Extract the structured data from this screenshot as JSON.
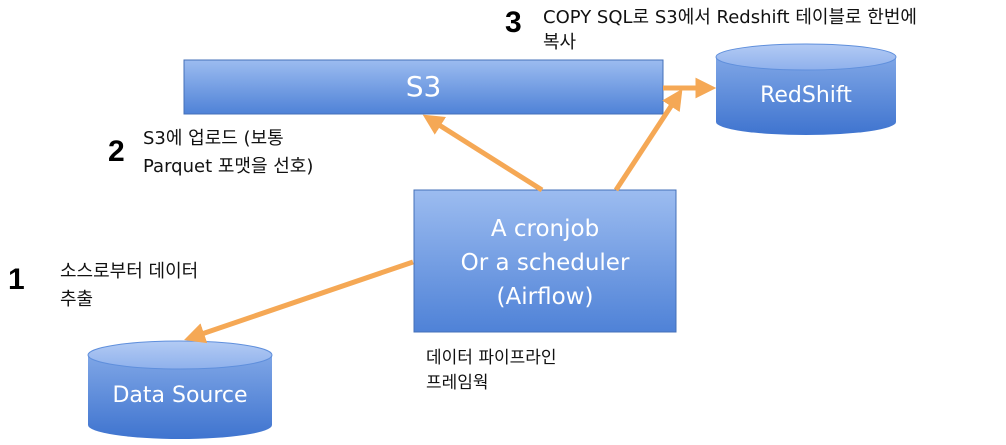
{
  "nodes": {
    "s3": {
      "label": "S3"
    },
    "redshift": {
      "label": "RedShift"
    },
    "scheduler": {
      "line1": "A cronjob",
      "line2": "Or a scheduler",
      "line3": "(Airflow)"
    },
    "data_source": {
      "label": "Data Source"
    }
  },
  "steps": [
    {
      "number": "1",
      "line1": "소스로부터 데이터",
      "line2": "추출"
    },
    {
      "number": "2",
      "line1": "S3에 업로드 (보통",
      "line2": "Parquet 포맷을 선호)"
    },
    {
      "number": "3",
      "line1": "COPY SQL로 S3에서 Redshift 테이블로 한번에",
      "line2": "복사"
    }
  ],
  "caption": {
    "line1": "데이터 파이프라인",
    "line2": "프레임웍"
  },
  "colors": {
    "box_top": "#97b8ef",
    "box_bottom": "#4a7fd6",
    "box_stroke": "#4470b8",
    "arrow": "#f5a855"
  }
}
